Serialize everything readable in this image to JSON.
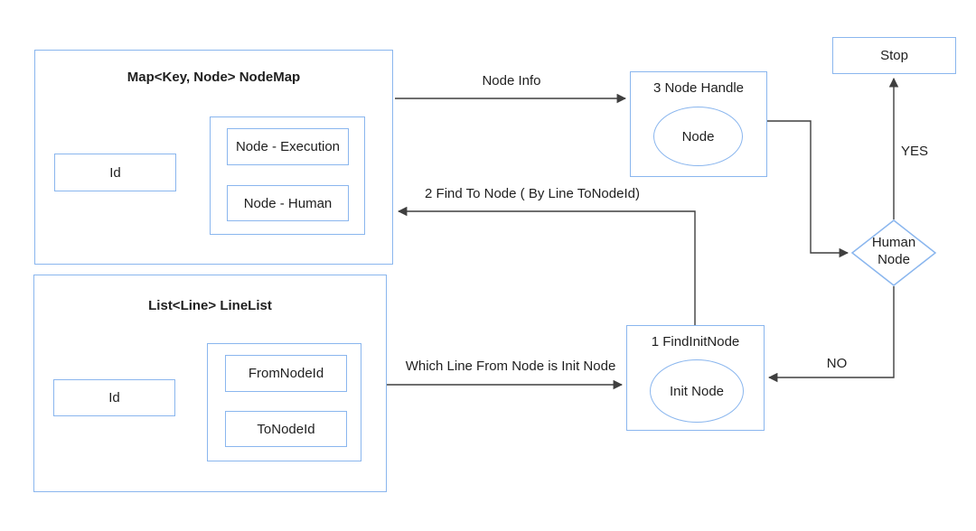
{
  "colors": {
    "shape_stroke": "#8ab6ee",
    "edge": "#3f3f3f",
    "text": "#1f1f1f"
  },
  "nodemap_box": {
    "title": "Map<Key, Node> NodeMap",
    "id_field": "Id",
    "fields": [
      "Node - Execution",
      "Node - Human"
    ]
  },
  "linelist_box": {
    "title": "List<Line> LineList",
    "id_field": "Id",
    "fields": [
      "FromNodeId",
      "ToNodeId"
    ]
  },
  "node_handle_box": {
    "title": "3 Node Handle",
    "ellipse_label": "Node"
  },
  "find_init_node_box": {
    "title": "1 FindInitNode",
    "ellipse_label": "Init Node"
  },
  "stop_box": {
    "label": "Stop"
  },
  "human_node_diamond": {
    "lines": [
      "Human",
      "Node"
    ]
  },
  "edge_labels": {
    "node_info": "Node Info",
    "find_to_node": "2 Find To Node ( By Line ToNodeId)",
    "which_line": "Which Line From Node is Init Node",
    "yes": "YES",
    "no": "NO"
  }
}
